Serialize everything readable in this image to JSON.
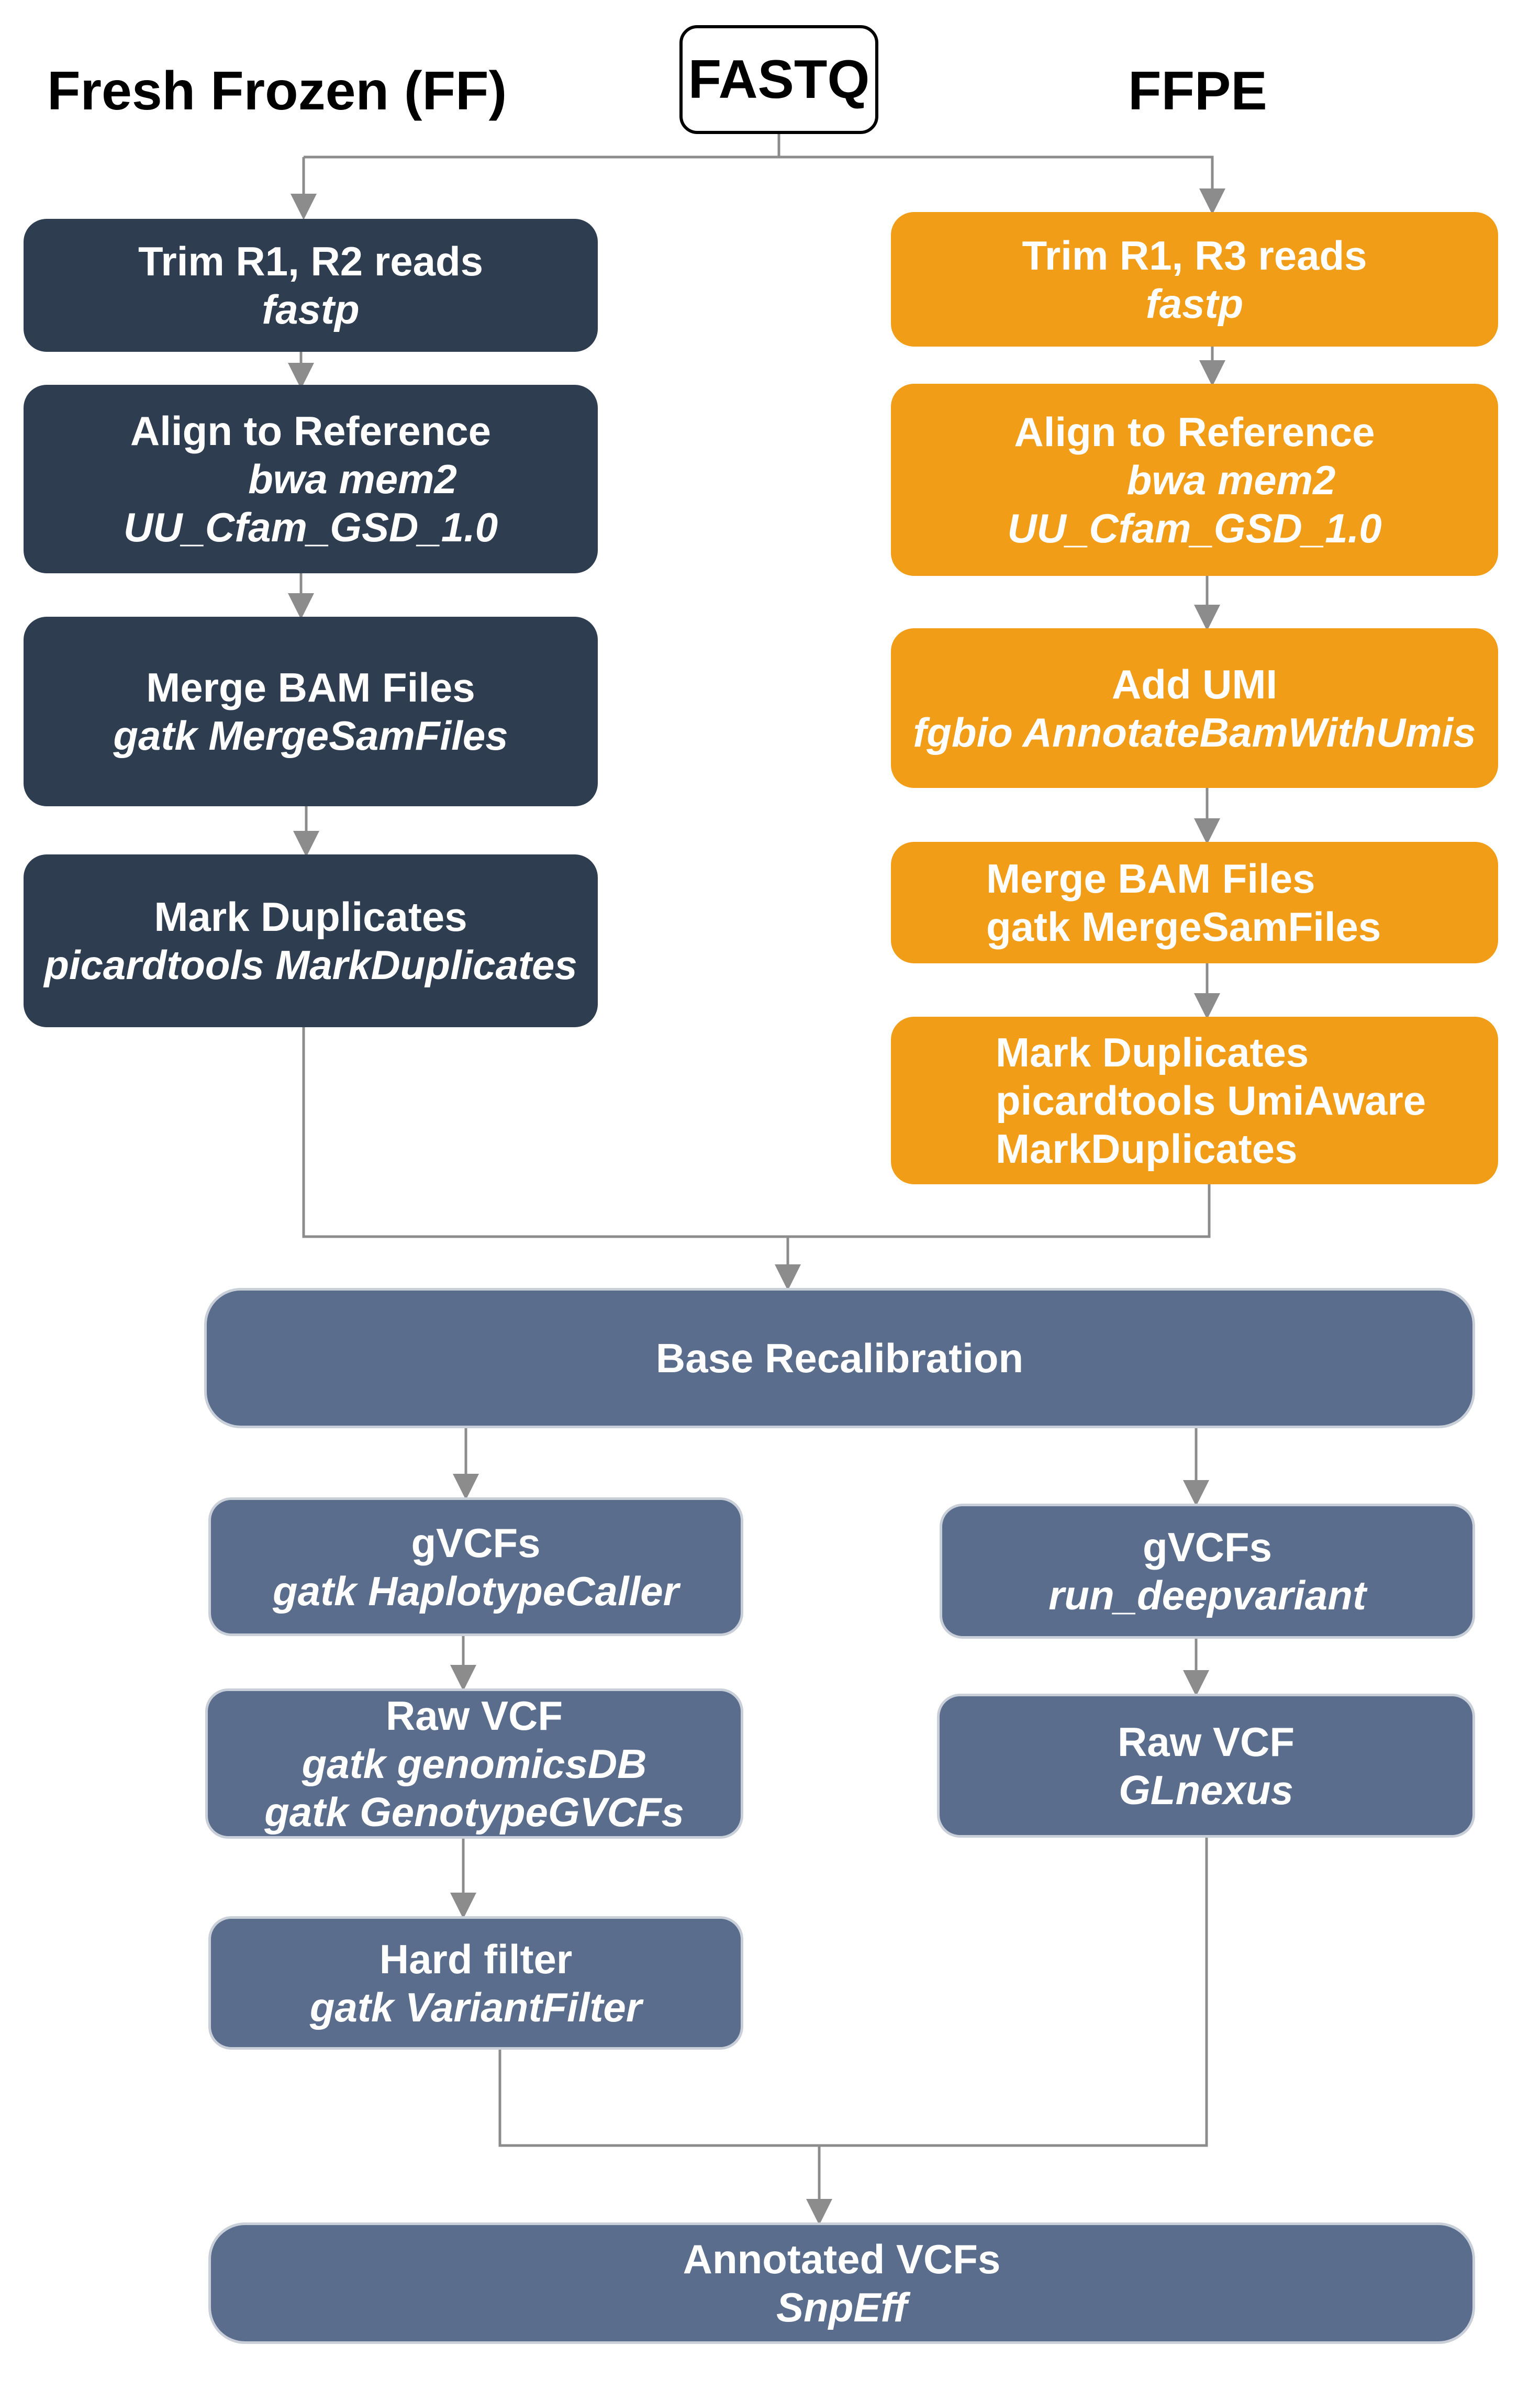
{
  "headers": {
    "ff": "Fresh Frozen (FF)",
    "input": "FASTQ",
    "ffpe": "FFPE"
  },
  "nodes": {
    "ff_trim": {
      "lines": [
        "Trim R1, R2 reads"
      ],
      "tools": [
        "fastp"
      ]
    },
    "ff_align": {
      "lines": [
        "Align to Reference"
      ],
      "tools": [
        "bwa mem2",
        "UU_Cfam_GSD_1.0"
      ]
    },
    "ff_merge": {
      "lines": [
        "Merge BAM Files"
      ],
      "tools": [
        "gatk MergeSamFiles"
      ]
    },
    "ff_markdup": {
      "lines": [
        "Mark Duplicates"
      ],
      "tools": [
        "picardtools MarkDuplicates"
      ]
    },
    "ffpe_trim": {
      "lines": [
        "Trim R1, R3 reads"
      ],
      "tools": [
        "fastp"
      ]
    },
    "ffpe_align": {
      "lines": [
        "Align to Reference"
      ],
      "tools": [
        "bwa mem2",
        "UU_Cfam_GSD_1.0"
      ]
    },
    "ffpe_umi": {
      "lines": [
        "Add UMI"
      ],
      "tools": [
        "fgbio AnnotateBamWithUmis"
      ]
    },
    "ffpe_merge": {
      "lines": [
        "Merge BAM Files",
        "gatk MergeSamFiles"
      ]
    },
    "ffpe_markdup": {
      "lines": [
        "Mark Duplicates",
        "picardtools UmiAware",
        "MarkDuplicates"
      ]
    },
    "bqsr": {
      "lines": [
        "Base Recalibration"
      ]
    },
    "gvcf_hc": {
      "lines": [
        "gVCFs"
      ],
      "tools": [
        "gatk HaplotypeCaller"
      ]
    },
    "gvcf_dv": {
      "lines": [
        "gVCFs"
      ],
      "tools": [
        "run_deepvariant"
      ]
    },
    "raw_gatk": {
      "lines": [
        "Raw VCF"
      ],
      "tools": [
        "gatk genomicsDB",
        "gatk GenotypeGVCFs"
      ]
    },
    "raw_glnexus": {
      "lines": [
        "Raw VCF"
      ],
      "tools": [
        "GLnexus"
      ]
    },
    "hard_filter": {
      "lines": [
        "Hard filter"
      ],
      "tools": [
        "gatk VariantFilter"
      ]
    },
    "annotated": {
      "lines": [
        "Annotated VCFs"
      ],
      "tools": [
        "SnpEff"
      ]
    }
  },
  "colors": {
    "ff": "#2e3d4f",
    "ffpe": "#f29d18",
    "shared": "#5b6d8c",
    "edge": "#8c8c8c"
  }
}
